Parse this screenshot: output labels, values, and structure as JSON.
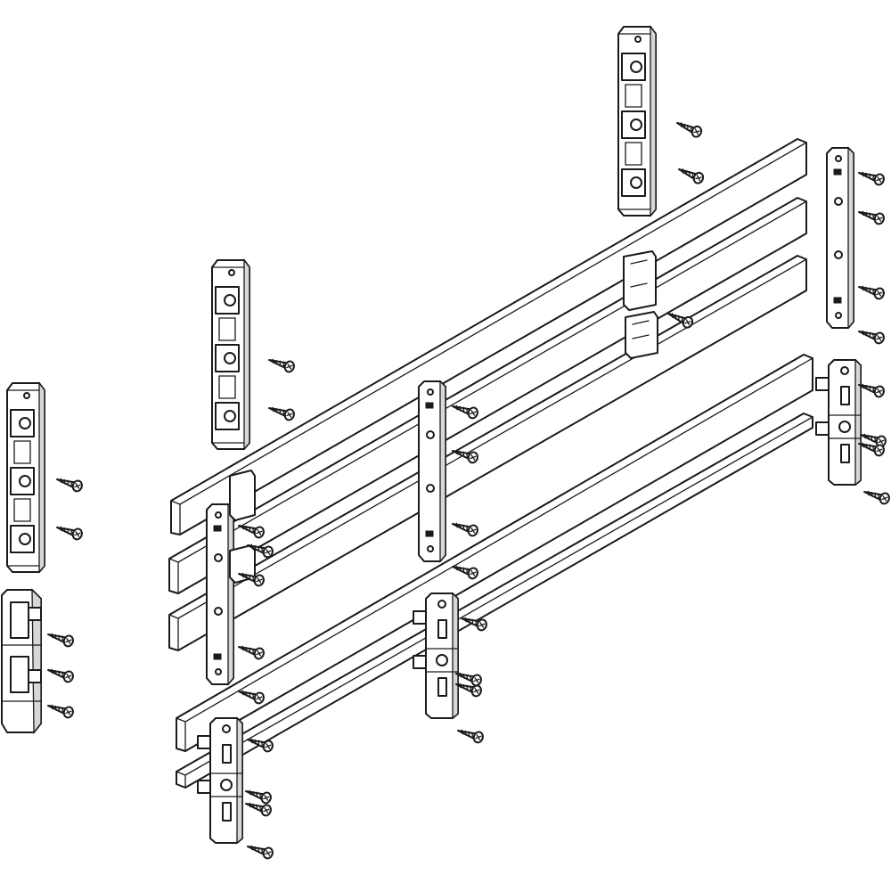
{
  "diagram": {
    "background": "#ffffff",
    "line_color": "#1a1a1a",
    "shade_color": "#d7d7d7",
    "parts": [
      "busbar-top-1",
      "busbar-top-2",
      "busbar-top-3",
      "busbar-bottom-1",
      "busbar-bottom-2",
      "support-block",
      "end-clip",
      "holder-bracket",
      "screw"
    ]
  }
}
